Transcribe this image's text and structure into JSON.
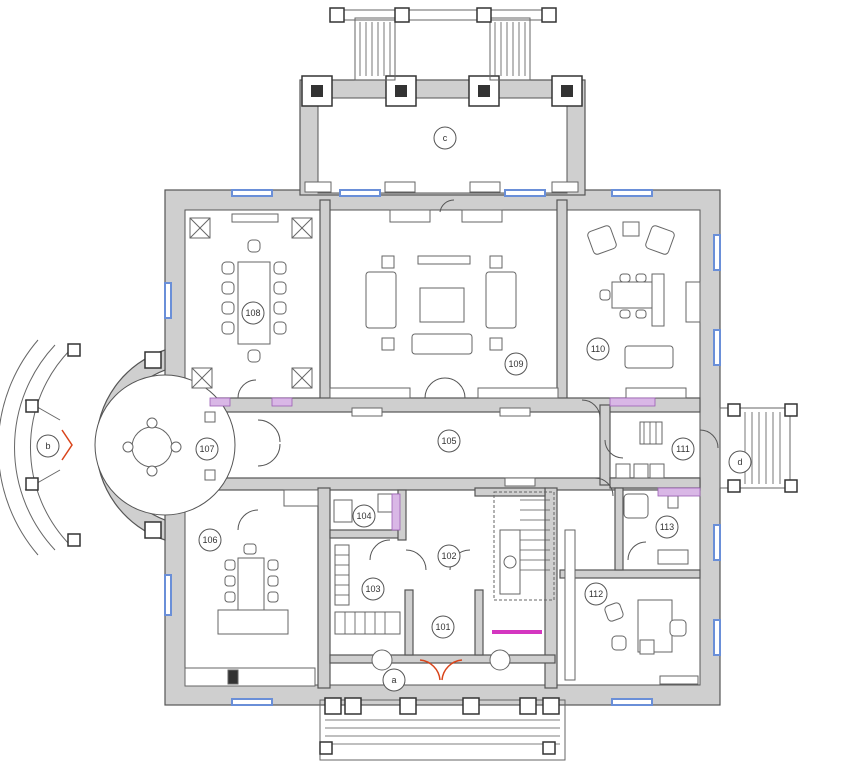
{
  "rooms": [
    {
      "id": "r101",
      "label": "101"
    },
    {
      "id": "r102",
      "label": "102"
    },
    {
      "id": "r103",
      "label": "103"
    },
    {
      "id": "r104",
      "label": "104"
    },
    {
      "id": "r105",
      "label": "105"
    },
    {
      "id": "r106",
      "label": "106"
    },
    {
      "id": "r107",
      "label": "107"
    },
    {
      "id": "r108",
      "label": "108"
    },
    {
      "id": "r109",
      "label": "109"
    },
    {
      "id": "r110",
      "label": "110"
    },
    {
      "id": "r111",
      "label": "111"
    },
    {
      "id": "r112",
      "label": "112"
    },
    {
      "id": "r113",
      "label": "113"
    }
  ],
  "zones": [
    {
      "id": "za",
      "label": "a"
    },
    {
      "id": "zb",
      "label": "b"
    },
    {
      "id": "zc",
      "label": "c"
    },
    {
      "id": "zd",
      "label": "d"
    }
  ],
  "colors": {
    "wall": "#cfcfcf",
    "window": "#6a8fd8",
    "entrance_door": "#d9441a",
    "highlight": "#d9b7e6"
  }
}
